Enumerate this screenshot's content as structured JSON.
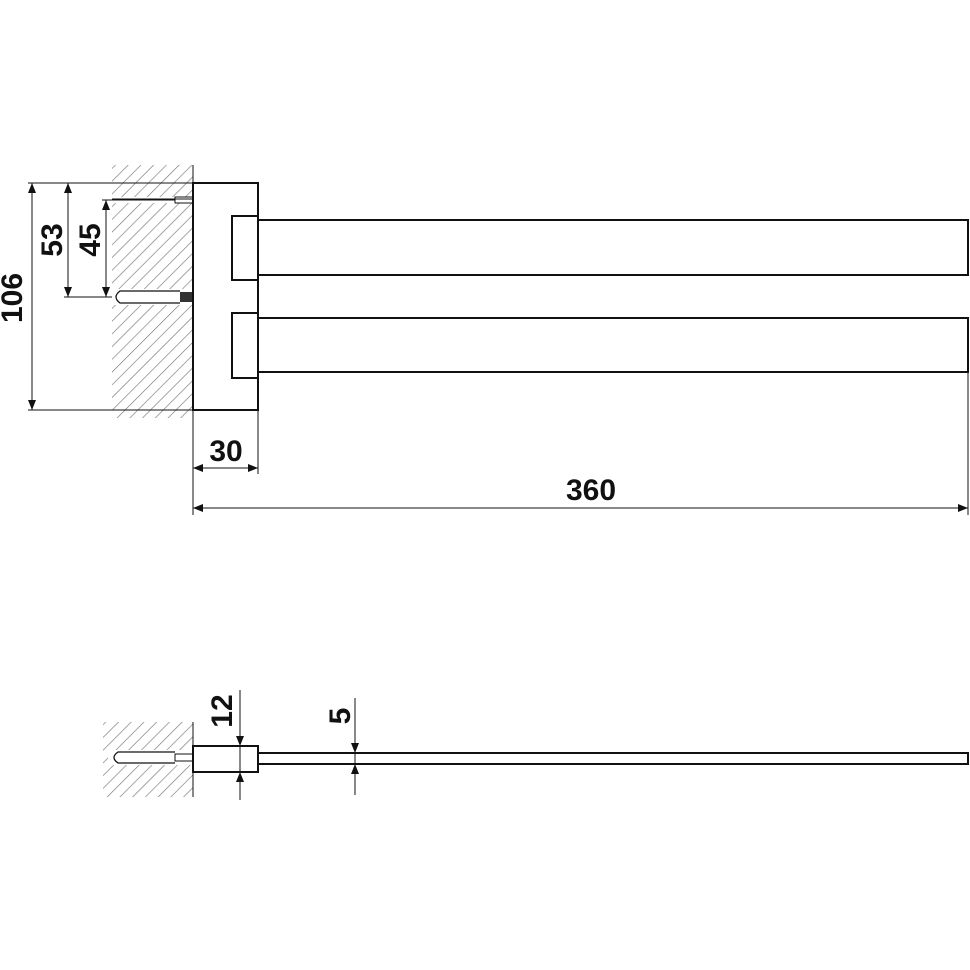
{
  "drawing": {
    "colors": {
      "line": "#111111",
      "hatch": "#777777",
      "background": "#ffffff"
    },
    "top_view": {
      "dimensions": {
        "total_height": "106",
        "center_height": "53",
        "screw_spacing": "45",
        "base_depth": "30",
        "total_length": "360"
      }
    },
    "side_view": {
      "dimensions": {
        "base_thickness": "12",
        "bar_thickness": "5"
      }
    }
  }
}
